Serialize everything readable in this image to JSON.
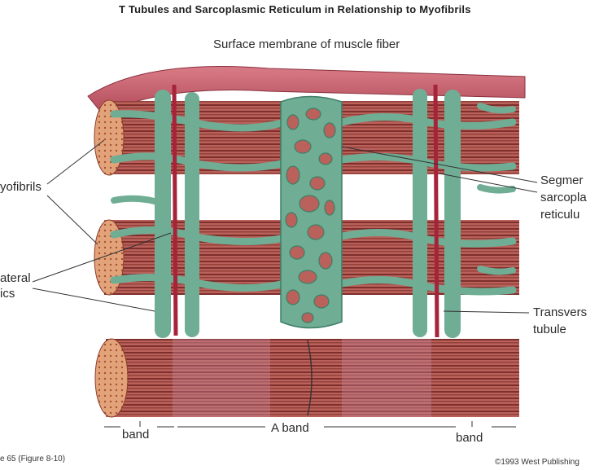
{
  "title": "T Tubules and Sarcoplasmic Reticulum in Relationship to Myofibrils",
  "labels": {
    "surface_membrane": "Surface membrane of muscle fiber",
    "myofibrils": "yofibrils",
    "lateral_sacs_line1": "ateral",
    "lateral_sacs_line2": "ics",
    "segmented_sr_line1": "Segmer",
    "segmented_sr_line2": "sarcopla",
    "segmented_sr_line3": "reticulu",
    "transverse_line1": "Transvers",
    "transverse_line2": "tubule",
    "i_band_left": "band",
    "a_band": "A band",
    "i_band_right": "band"
  },
  "footer": {
    "figure_ref": "e 65 (Figure 8-10)",
    "copyright": "©1993 West Publishing"
  },
  "colors": {
    "membrane": "#c45a6a",
    "myofibril": "#b2574e",
    "myofibril_stripe": "#7e2f2c",
    "reticulum": "#6fae95",
    "reticulum_dark": "#3f7e66",
    "t_tubule": "#a7233a",
    "cut_end": "#e3a37a"
  }
}
